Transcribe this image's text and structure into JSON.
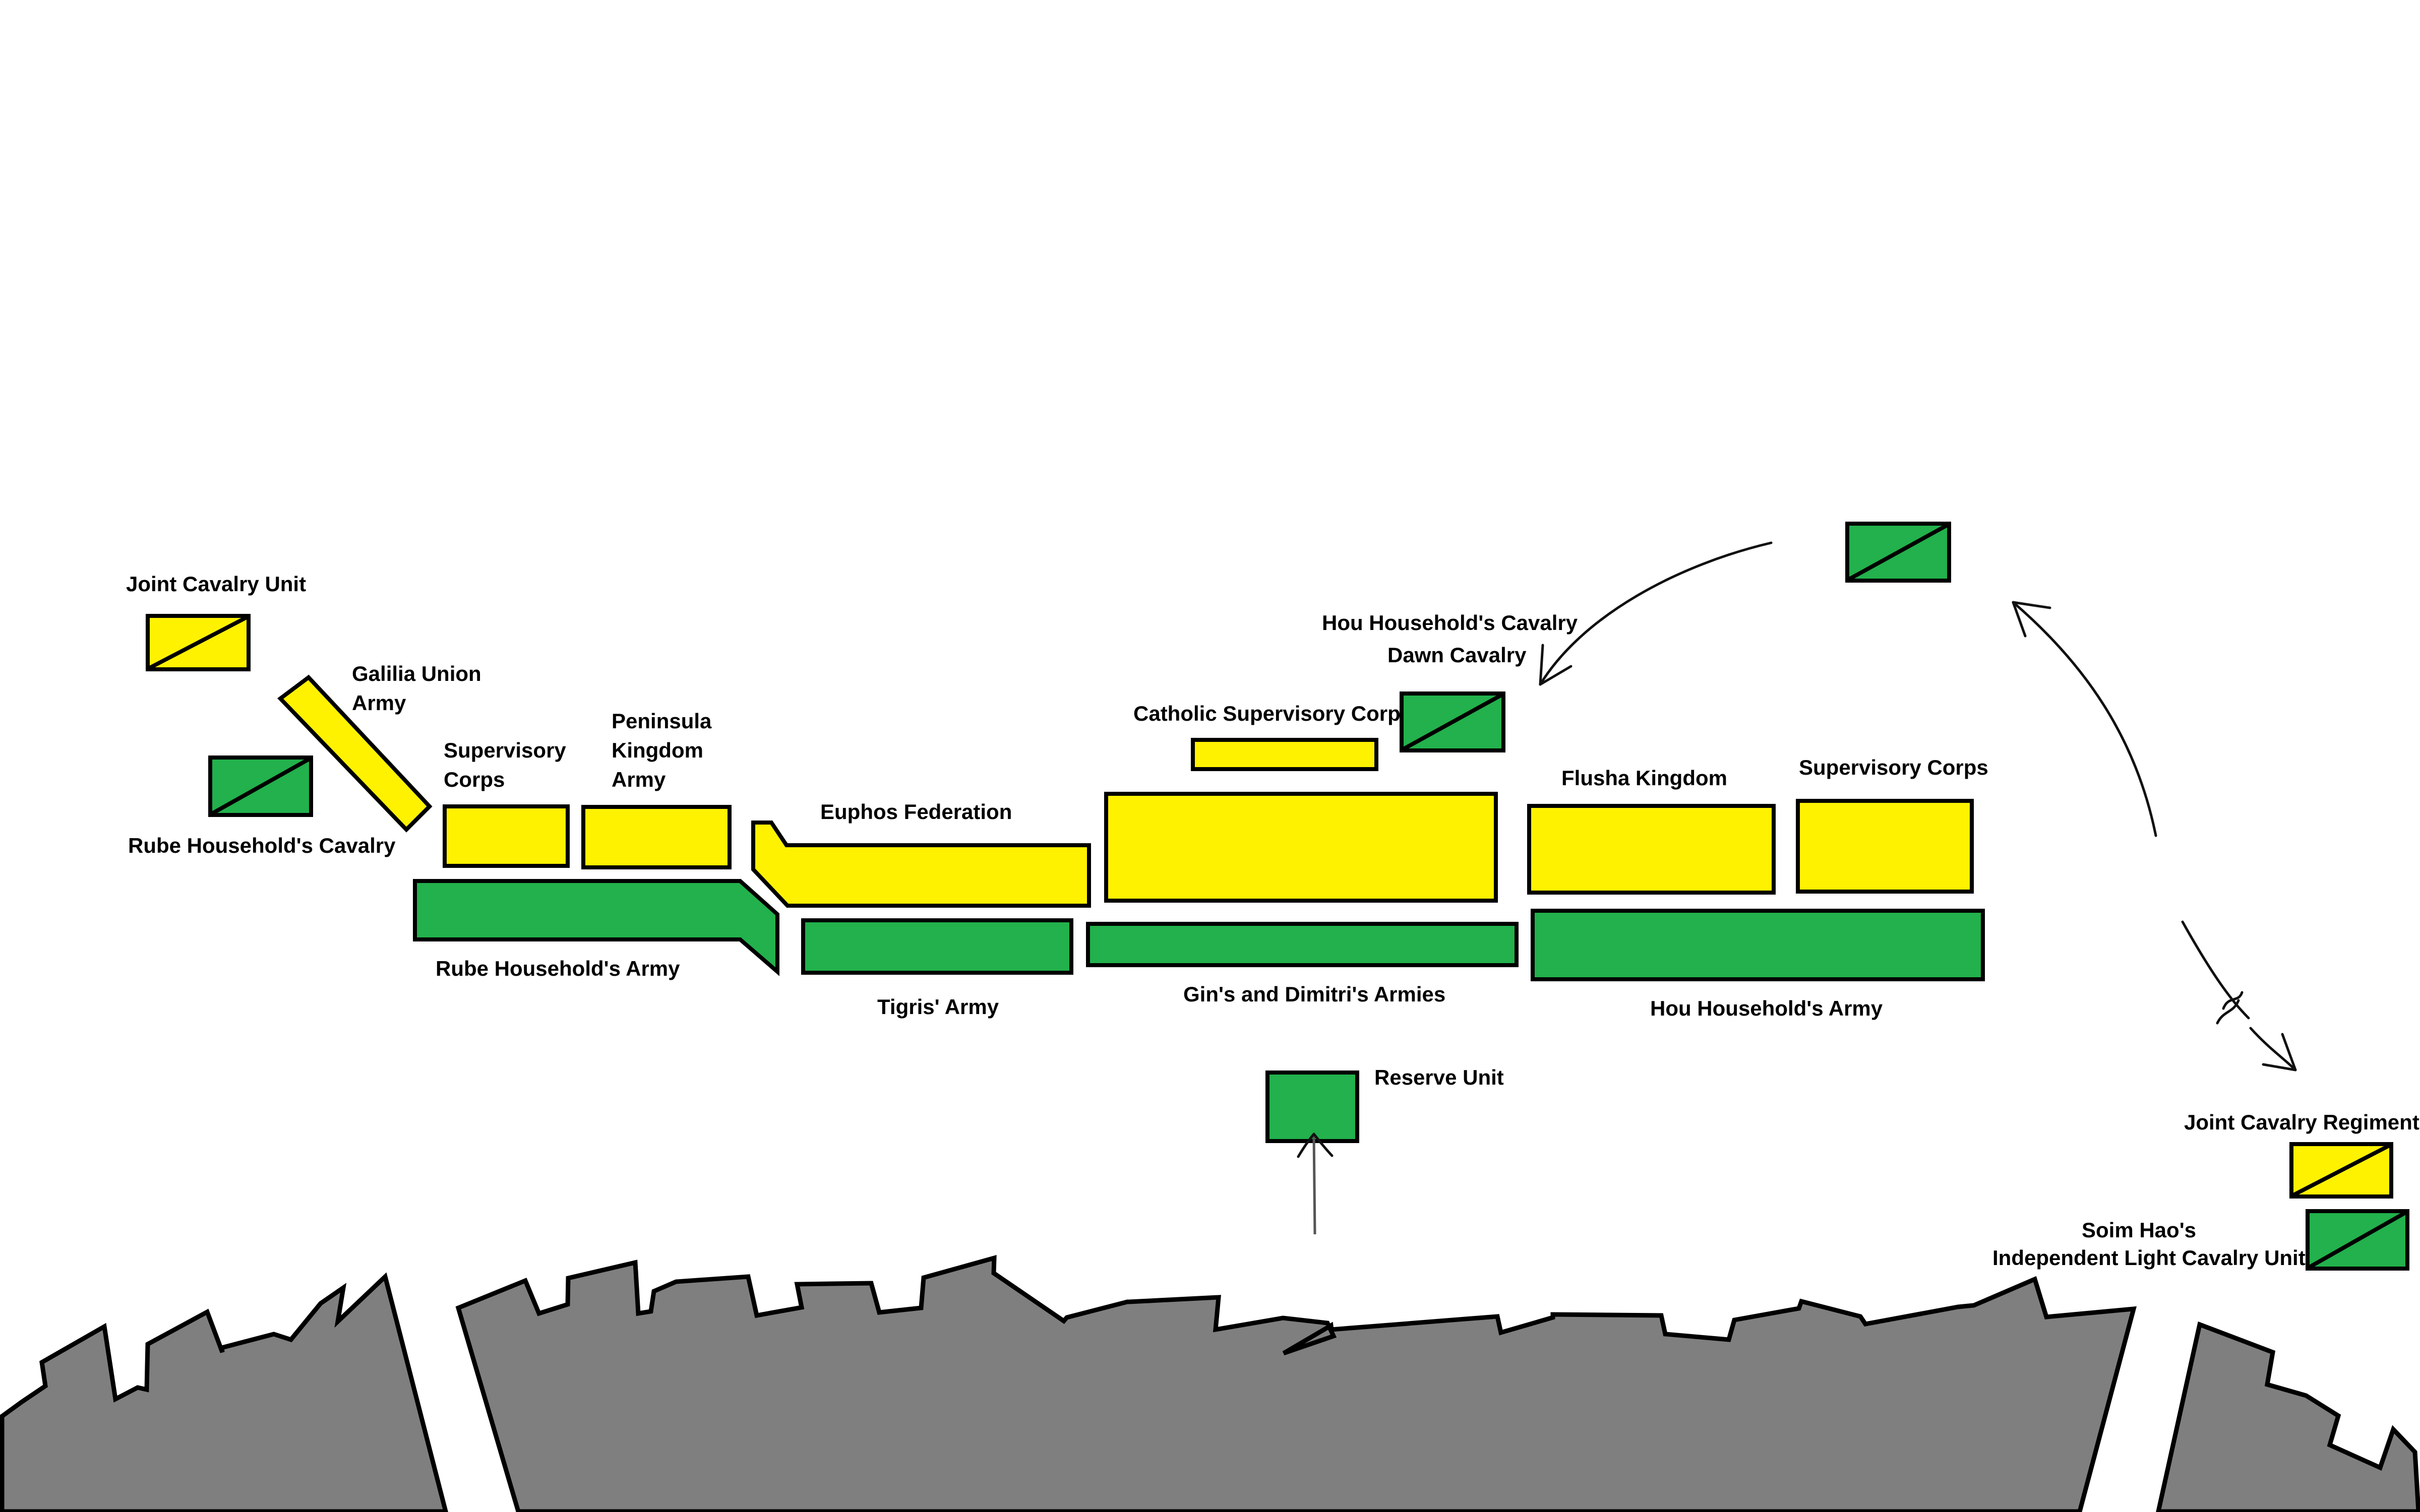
{
  "colors": {
    "allied_yellow": "#FFF200",
    "allied_green": "#22B14C",
    "wall_gray": "#7F7F7F",
    "outline": "#000000",
    "background": "#FFFFFF"
  },
  "legend_semantics": {
    "solid_block": "infantry-army",
    "diagonal_block": "cavalry-unit"
  },
  "units": {
    "joint_cavalry_unit": {
      "label": "Joint Cavalry Unit",
      "color": "yellow",
      "type": "cavalry"
    },
    "galilia_union_army": {
      "label_line1": "Galilia Union",
      "label_line2": "Army",
      "color": "yellow",
      "type": "infantry"
    },
    "rube_household_cavalry": {
      "label": "Rube Household's Cavalry",
      "color": "green",
      "type": "cavalry"
    },
    "supervisory_corps_west": {
      "label_line1": "Supervisory",
      "label_line2": "Corps",
      "color": "yellow",
      "type": "infantry"
    },
    "peninsula_kingdom_army": {
      "label_line1": "Peninsula",
      "label_line2": "Kingdom",
      "label_line3": "Army",
      "color": "yellow",
      "type": "infantry"
    },
    "rube_household_army": {
      "label": "Rube Household's Army",
      "color": "green",
      "type": "infantry"
    },
    "euphos_federation": {
      "label": "Euphos Federation",
      "color": "yellow",
      "type": "infantry"
    },
    "tigris_army": {
      "label": "Tigris' Army",
      "color": "green",
      "type": "infantry"
    },
    "catholic_supervisory_corp": {
      "label": "Catholic Supervisory Corp",
      "color": "yellow",
      "type": "infantry"
    },
    "center_yellow_block": {
      "label": "",
      "color": "yellow",
      "type": "infantry"
    },
    "gin_dimitri_armies": {
      "label": "Gin's and Dimitri's Armies",
      "color": "green",
      "type": "infantry"
    },
    "hou_household_cavalry": {
      "label_line1": "Hou Household's Cavalry",
      "label_line2": "Dawn Cavalry",
      "color": "green",
      "type": "cavalry"
    },
    "flusha_kingdom": {
      "label": "Flusha Kingdom",
      "color": "yellow",
      "type": "infantry"
    },
    "supervisory_corps_east": {
      "label": "Supervisory Corps",
      "color": "yellow",
      "type": "infantry"
    },
    "hou_household_army": {
      "label": "Hou Household's Army",
      "color": "green",
      "type": "infantry"
    },
    "reserve_unit": {
      "label": "Reserve Unit",
      "color": "green",
      "type": "infantry"
    },
    "flanking_cavalry": {
      "label": "",
      "color": "green",
      "type": "cavalry"
    },
    "joint_cavalry_regiment": {
      "label": "Joint Cavalry Regiment",
      "color": "yellow",
      "type": "cavalry"
    },
    "soim_hao_cavalry": {
      "label_line1": "Soim Hao's",
      "label_line2": "Independent Light Cavalry Unit",
      "color": "green",
      "type": "cavalry"
    }
  },
  "movements": [
    {
      "from": "flanking_cavalry",
      "to": "hou_household_cavalry",
      "style": "curved-arrow"
    },
    {
      "from": "east-flank",
      "to": "flanking_cavalry",
      "style": "curved-arrow"
    },
    {
      "from": "east-flank",
      "to": "joint_cavalry_regiment",
      "style": "arrow-with-break"
    },
    {
      "from": "city-walls",
      "to": "reserve_unit",
      "style": "straight-arrow"
    }
  ],
  "terrain": {
    "city_walls": [
      "west-wall-section",
      "central-wall-section",
      "east-wall-section"
    ]
  }
}
